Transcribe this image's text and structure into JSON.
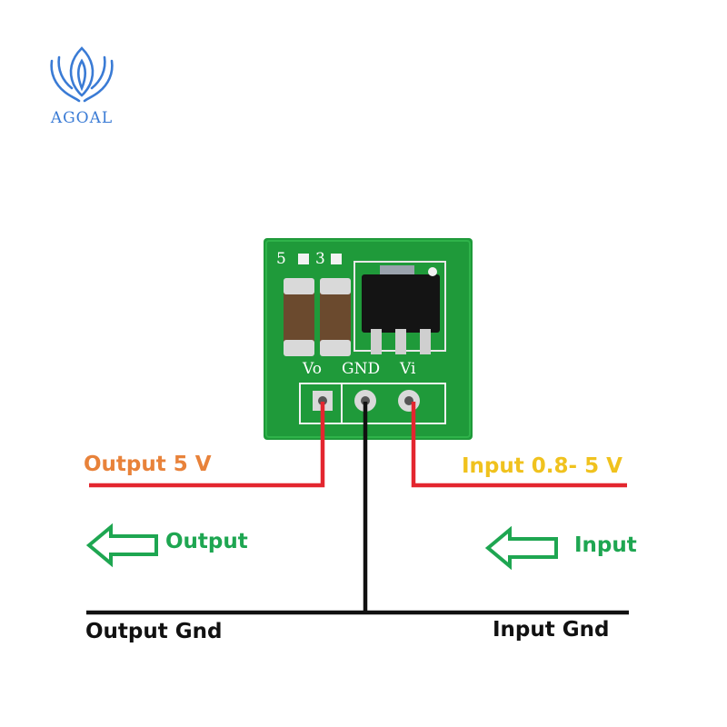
{
  "brand": {
    "name": "AGOAL",
    "color": "#3a7bd5"
  },
  "module": {
    "marks": {
      "a": "5",
      "b": "3"
    },
    "pins": [
      "Vo",
      "GND",
      "Vi"
    ]
  },
  "labels": {
    "output_voltage": "Output 5 V",
    "input_voltage": "Input 0.8- 5 V",
    "output": "Output",
    "input": "Input",
    "output_gnd": "Output Gnd",
    "input_gnd": "Input Gnd"
  },
  "colors": {
    "wire_red": "#e3262f",
    "wire_black": "#111111",
    "output_voltage_text": "#e8823a",
    "input_voltage_text": "#f0c21e",
    "arrow_green": "#1ea651",
    "pcb_green": "#1f9a3a"
  },
  "icons": {
    "logo": "flame-hands-logo-icon",
    "arrow": "left-arrow-outline-icon"
  }
}
